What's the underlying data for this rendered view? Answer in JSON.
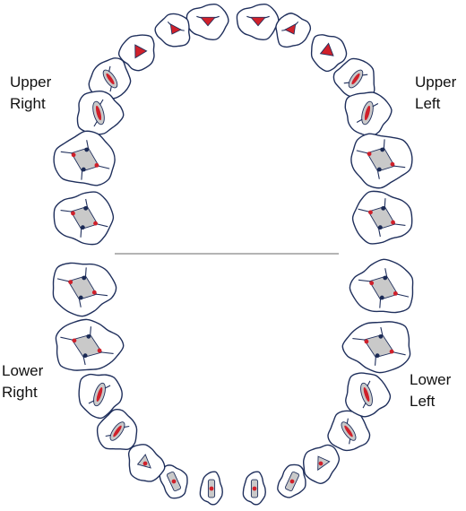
{
  "labels": {
    "upper_right": [
      "Upper",
      "Right"
    ],
    "upper_left": [
      "Upper",
      "Left"
    ],
    "lower_right": [
      "Lower",
      "Right"
    ],
    "lower_left": [
      "Lower",
      "Left"
    ]
  },
  "colors": {
    "outline": "#1f2f5c",
    "marker": "#d0202a",
    "occlusal_fill": "#c9c9c9",
    "midline": "#888888"
  },
  "arches": {
    "upper": [
      "central-incisor",
      "lateral-incisor",
      "canine",
      "first-premolar",
      "second-premolar",
      "first-molar",
      "second-molar"
    ],
    "lower": [
      "central-incisor",
      "lateral-incisor",
      "canine",
      "first-premolar",
      "second-premolar",
      "first-molar",
      "second-molar"
    ]
  }
}
